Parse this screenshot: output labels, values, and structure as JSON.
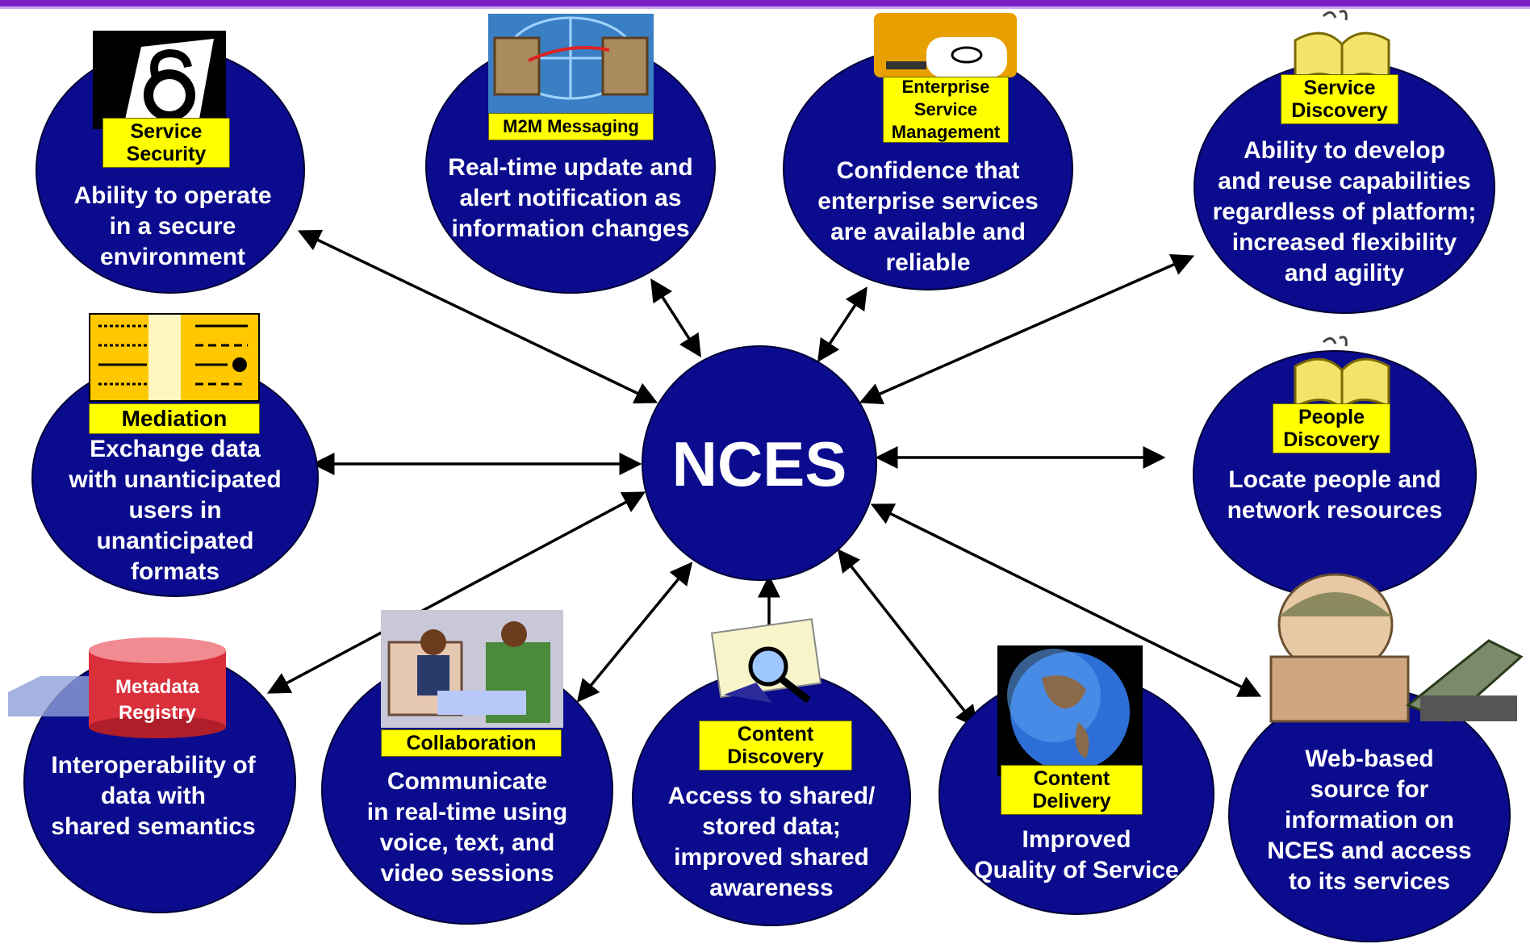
{
  "hub": {
    "label": "NCES"
  },
  "nodes": {
    "service_security": {
      "label": "Service\nSecurity",
      "text": "Ability to operate\nin a secure\nenvironment"
    },
    "m2m_messaging": {
      "label": "M2M Messaging",
      "text": "Real-time update and\nalert notification as\ninformation changes"
    },
    "esm": {
      "label": "Enterprise\nService\nManagement",
      "text": "Confidence that\nenterprise services\nare available and\nreliable"
    },
    "service_discovery": {
      "label": "Service\nDiscovery",
      "text": "Ability to develop\nand reuse capabilities\nregardless of platform;\nincreased flexibility\nand agility"
    },
    "mediation": {
      "label": "Mediation",
      "text": "Exchange data\nwith unanticipated\nusers in\nunanticipated\nformats"
    },
    "people_discovery": {
      "label": "People\nDiscovery",
      "text": "Locate people and\nnetwork resources"
    },
    "metadata_registry": {
      "label": "Metadata\nRegistry",
      "text": "Interoperability of\ndata with\nshared semantics"
    },
    "collaboration": {
      "label": "Collaboration",
      "text": "Communicate\nin real-time using\nvoice, text, and\nvideo sessions"
    },
    "content_discovery": {
      "label": "Content\nDiscovery",
      "text": "Access to shared/\nstored data;\nimproved shared\nawareness"
    },
    "content_delivery": {
      "label": "Content\nDelivery",
      "text": "Improved\nQuality of Service"
    },
    "web_portal": {
      "text": "Web-based\nsource for\ninformation on\nNCES and access\nto its services"
    }
  },
  "icons": [
    "padlock-icon",
    "laptops-globe-icon",
    "server-icon",
    "open-book-icon",
    "mediation-chart-icon",
    "database-cylinder-icon",
    "video-meeting-icon",
    "magnifier-icon",
    "globe-icon",
    "soldier-laptop-icon"
  ],
  "colors": {
    "node_fill": "#0b0b8e",
    "label_fill": "#ffff00",
    "accent_bar": "#7a1fc4"
  }
}
